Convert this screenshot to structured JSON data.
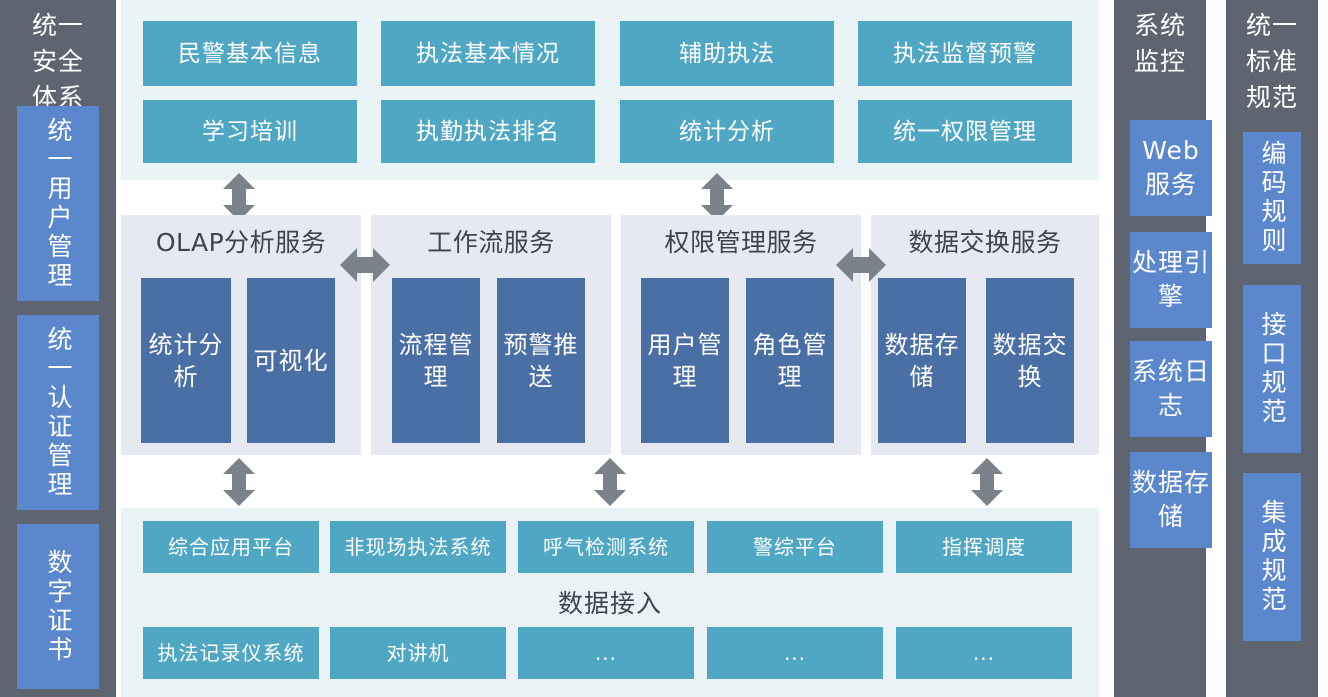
{
  "left_column": {
    "title": "统一\n安全\n体系",
    "title_lines": [
      "统一",
      "安全",
      "体系"
    ],
    "items": [
      {
        "label": "统一用户管理"
      },
      {
        "label": "统一认证管理"
      },
      {
        "label": "数字证书"
      }
    ]
  },
  "application_layer": {
    "rows": [
      [
        {
          "label": "民警基本信息"
        },
        {
          "label": "执法基本情况"
        },
        {
          "label": "辅助执法"
        },
        {
          "label": "执法监督预警"
        }
      ],
      [
        {
          "label": "学习培训"
        },
        {
          "label": "执勤执法排名"
        },
        {
          "label": "统计分析"
        },
        {
          "label": "统一权限管理"
        }
      ]
    ]
  },
  "service_layer": {
    "groups": [
      {
        "title": "OLAP分析服务",
        "children": [
          {
            "label": "统计分析"
          },
          {
            "label": "可视化"
          }
        ]
      },
      {
        "title": "工作流服务",
        "children": [
          {
            "label": "流程管理"
          },
          {
            "label": "预警推送"
          }
        ]
      },
      {
        "title": "权限管理服务",
        "children": [
          {
            "label": "用户管理"
          },
          {
            "label": "角色管理"
          }
        ]
      },
      {
        "title": "数据交换服务",
        "children": [
          {
            "label": "数据存储"
          },
          {
            "label": "数据交换"
          }
        ]
      }
    ]
  },
  "data_layer": {
    "caption": "数据接入",
    "rows": [
      [
        {
          "label": "综合应用平台"
        },
        {
          "label": "非现场执法系统"
        },
        {
          "label": "呼气检测系统"
        },
        {
          "label": "警综平台"
        },
        {
          "label": "指挥调度"
        }
      ],
      [
        {
          "label": "执法记录仪系统"
        },
        {
          "label": "对讲机"
        },
        {
          "label": "..."
        },
        {
          "label": "..."
        },
        {
          "label": "..."
        }
      ]
    ]
  },
  "monitor_column": {
    "title_lines": [
      "系统",
      "监控"
    ],
    "items": [
      {
        "label": "Web服务"
      },
      {
        "label": "处理引擎"
      },
      {
        "label": "系统日志"
      },
      {
        "label": "数据存储"
      }
    ]
  },
  "standard_column": {
    "title_lines": [
      "统一",
      "标准",
      "规范"
    ],
    "items": [
      {
        "label": "编码规则"
      },
      {
        "label": "接口规范"
      },
      {
        "label": "集成规范"
      }
    ]
  },
  "colors": {
    "sidebar_gray": "#5e6570",
    "blue_box": "#5b87cd",
    "teal_box": "#4fa7c4",
    "service_sub": "#4a6fa5",
    "service_panel": "#e6e9f2",
    "app_panel": "#eaf3f6",
    "data_panel": "#e9f3f6",
    "arrow_gray": "#7c8289",
    "text_dark": "#3d4450"
  },
  "icons": {
    "vertical_double_arrow": "double-arrow-vertical-icon",
    "horizontal_double_arrow": "double-arrow-horizontal-icon"
  }
}
